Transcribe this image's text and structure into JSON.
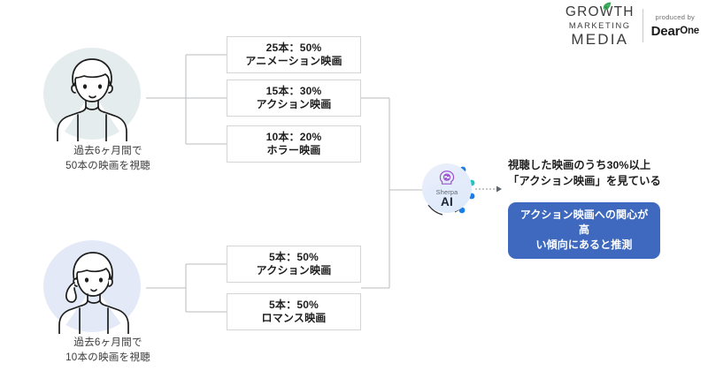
{
  "logo": {
    "brand_line1": "GROWTH",
    "brand_line2": "MARKETING",
    "brand_line3": "MEDIA",
    "produced_by": "produced by",
    "partner_name": "Dear",
    "partner_name_sup": "One",
    "leaf_color": "#34a853",
    "text_color": "#3b3b3b"
  },
  "persons": [
    {
      "id": "person-male",
      "caption_line1": "過去6ヶ月間で",
      "caption_line2": "50本の映画を視聴",
      "blob_color": "#e4ecee",
      "categories": [
        {
          "count_share": "25本：50%",
          "genre": "アニメーション映画"
        },
        {
          "count_share": "15本：30%",
          "genre": "アクション映画"
        },
        {
          "count_share": "10本：20%",
          "genre": "ホラー映画"
        }
      ]
    },
    {
      "id": "person-female",
      "caption_line1": "過去6ヶ月間で",
      "caption_line2": "10本の映画を視聴",
      "blob_color": "#e3e9f7",
      "categories": [
        {
          "count_share": "5本：50%",
          "genre": "アクション映画"
        },
        {
          "count_share": "5本：50%",
          "genre": "ロマンス映画"
        }
      ]
    }
  ],
  "ai_node": {
    "icon": "brain-head-icon",
    "label": "Sherpa",
    "sublabel": "AI",
    "icon_color": "#9b51d0",
    "dot_color_blue": "#1b7ee8",
    "dot_color_teal": "#25c2c2"
  },
  "output": {
    "conclusion_line1": "視聴した映画のうち30%以上",
    "conclusion_line2": "「アクション映画」を見ている",
    "badge_line1": "アクション映画への関心が高",
    "badge_line2": "い傾向にあると推測",
    "badge_color": "#3f69bf"
  }
}
